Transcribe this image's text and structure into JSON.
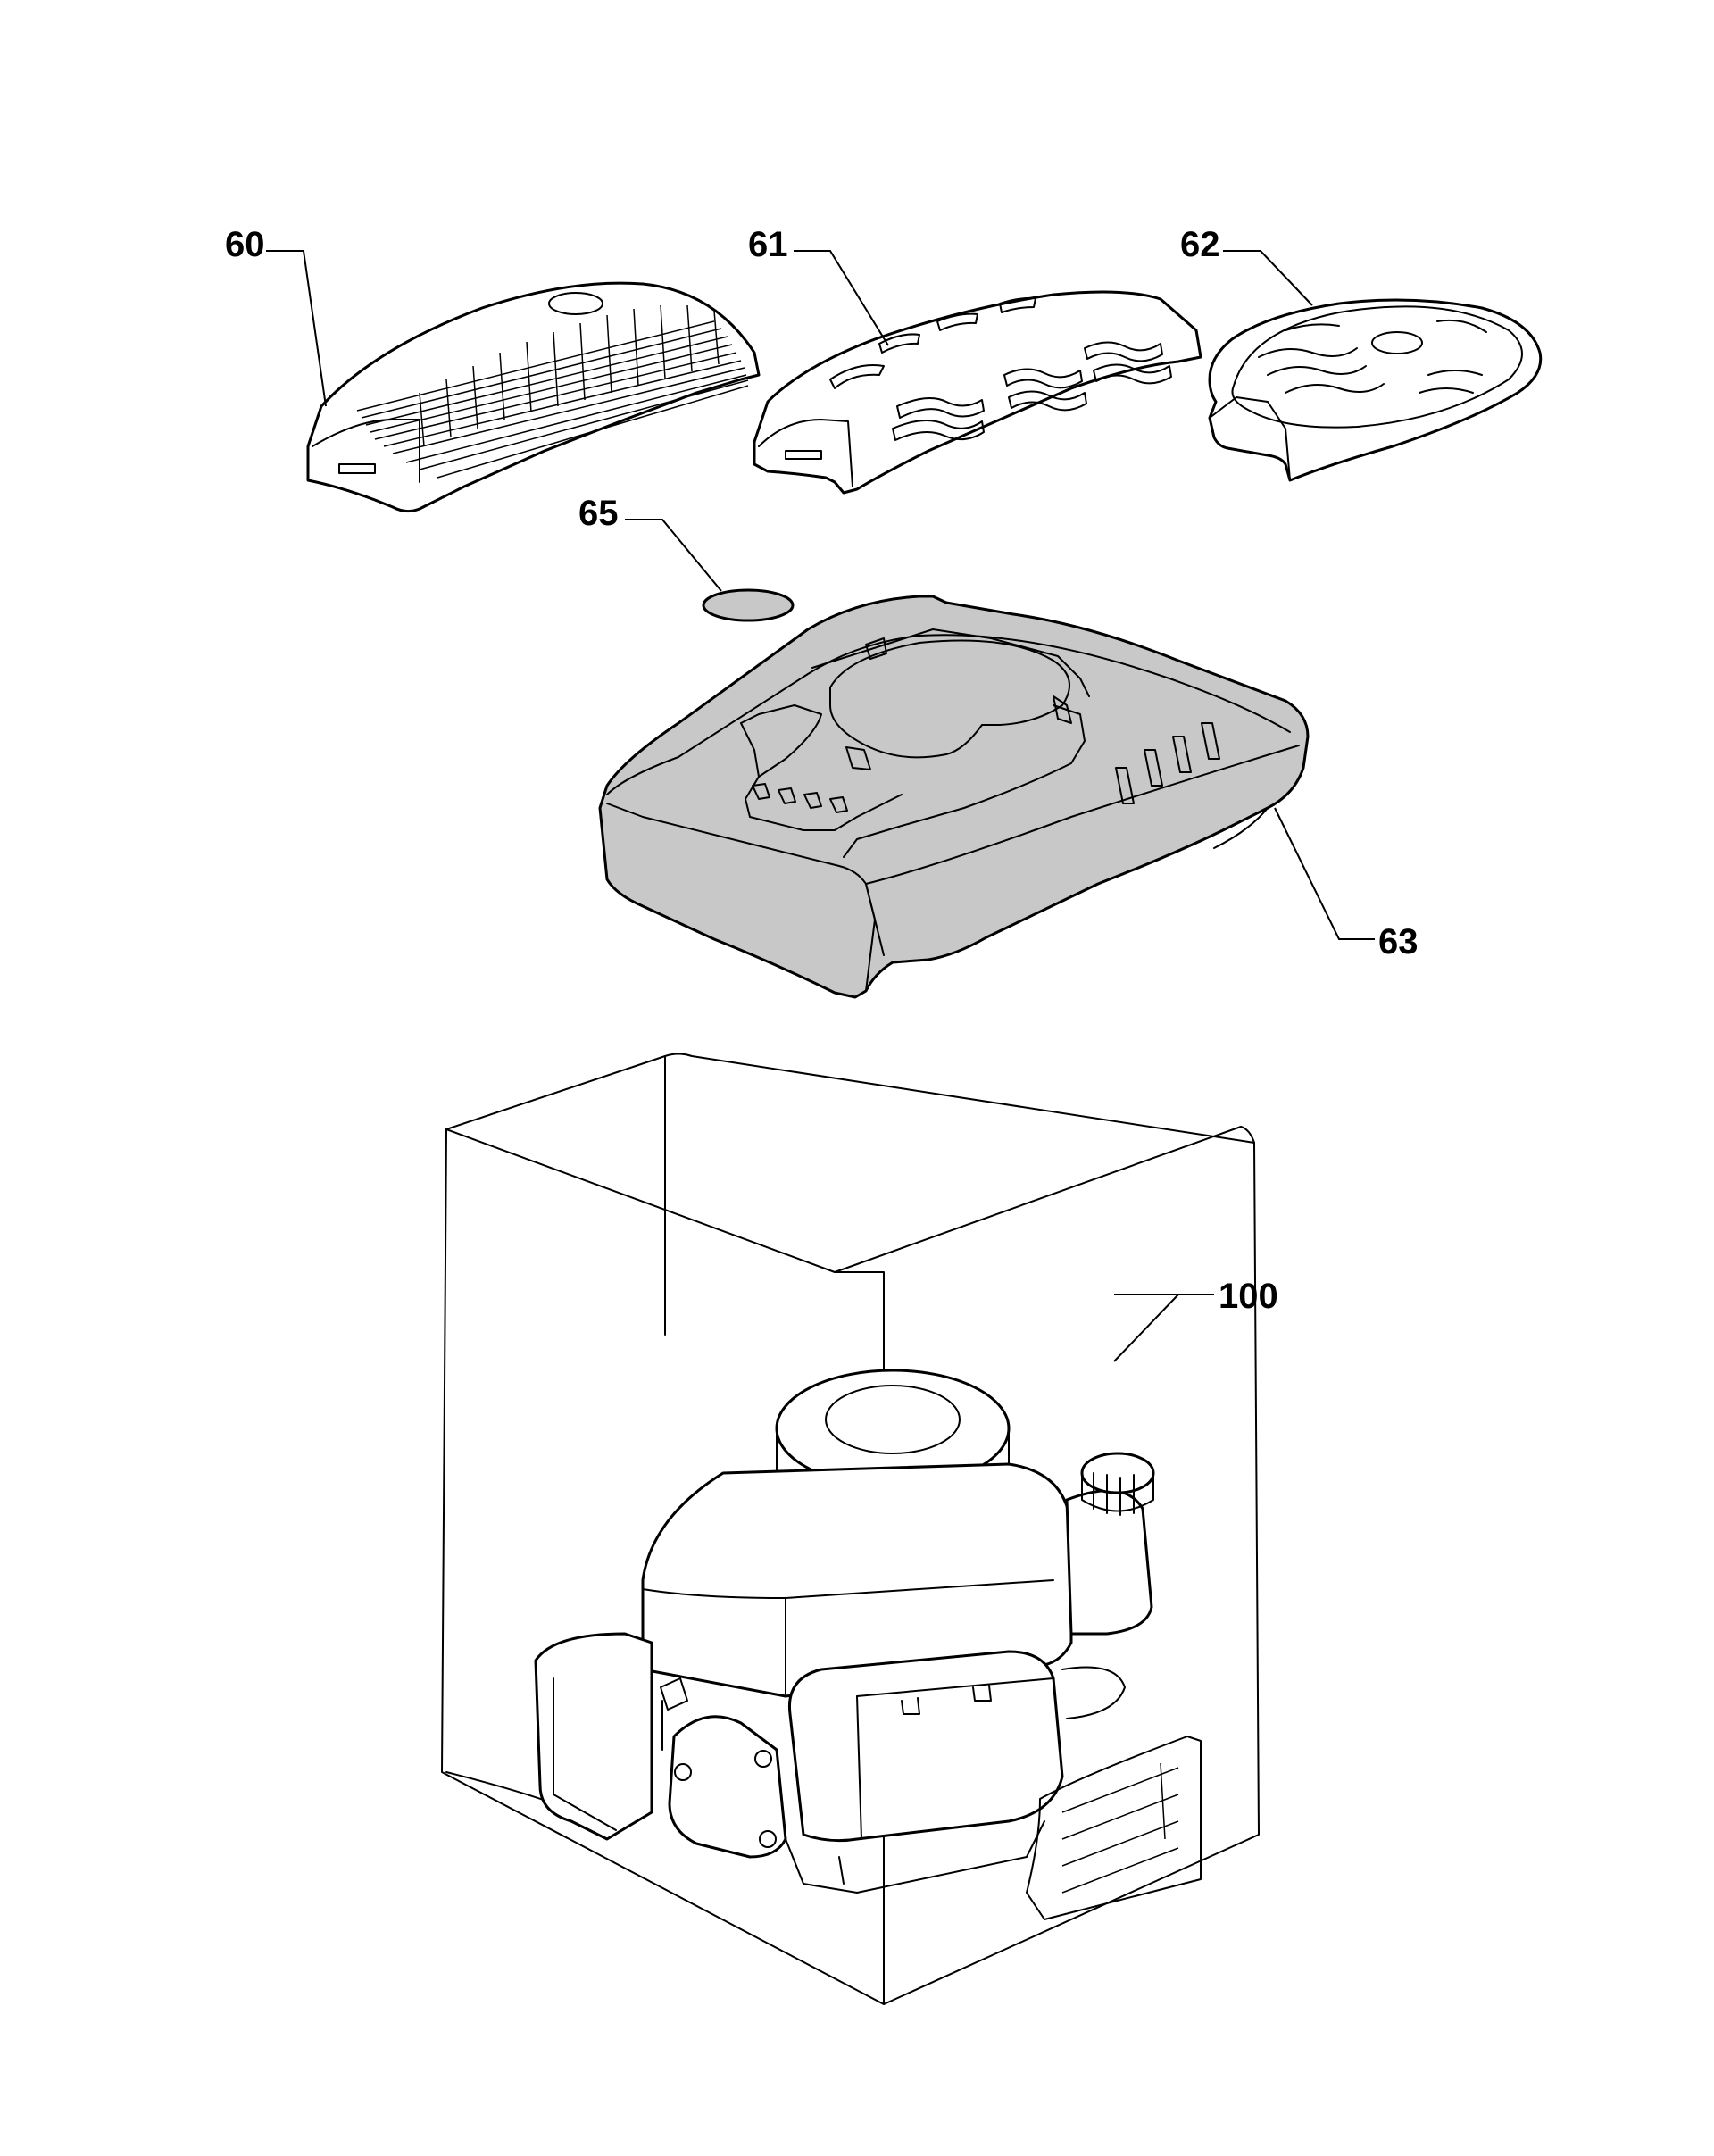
{
  "colors": {
    "line": "#000000",
    "background": "#ffffff",
    "part_fill": "#ffffff",
    "highlight_fill": "#c8c8c8"
  },
  "parts": [
    {
      "id": "p60",
      "number": "60"
    },
    {
      "id": "p61",
      "number": "61"
    },
    {
      "id": "p62",
      "number": "62"
    },
    {
      "id": "p65",
      "number": "65"
    },
    {
      "id": "p63",
      "number": "63"
    },
    {
      "id": "p100",
      "number": "100"
    }
  ]
}
